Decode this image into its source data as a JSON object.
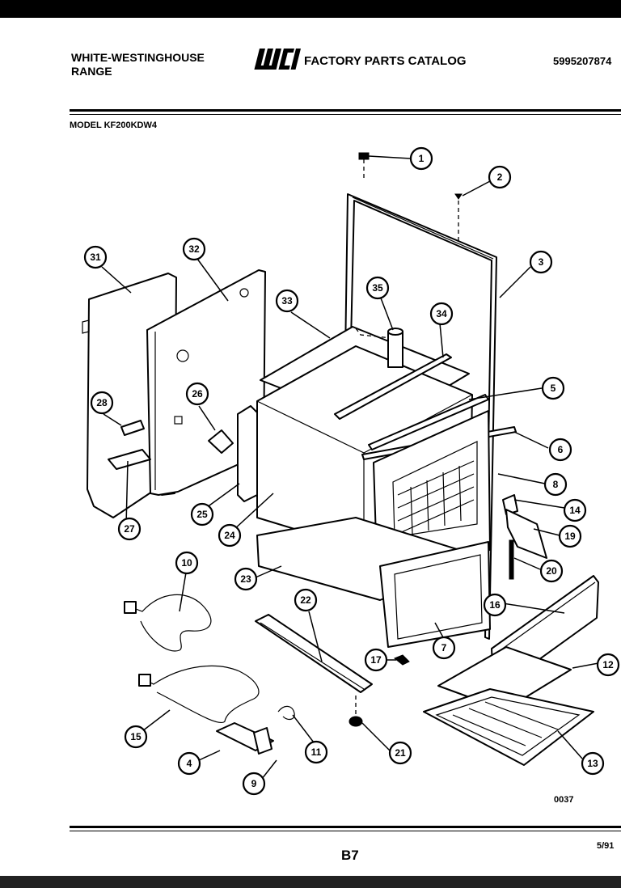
{
  "header": {
    "brand_line1": "WHITE-WESTINGHOUSE",
    "brand_line2": "RANGE",
    "logo_text": "WCI",
    "catalog_title": "FACTORY PARTS CATALOG",
    "part_number": "5995207874"
  },
  "model_label": "MODEL KF200KDW4",
  "diagram": {
    "callouts": [
      "1",
      "2",
      "3",
      "5",
      "6",
      "8",
      "14",
      "19",
      "20",
      "16",
      "12",
      "13",
      "7",
      "21",
      "17",
      "22",
      "23",
      "24",
      "25",
      "26",
      "27",
      "28",
      "31",
      "32",
      "33",
      "34",
      "35",
      "10",
      "15",
      "4",
      "9",
      "11"
    ],
    "drawing_code": "0037"
  },
  "footer": {
    "page": "B7",
    "date": "5/91"
  }
}
